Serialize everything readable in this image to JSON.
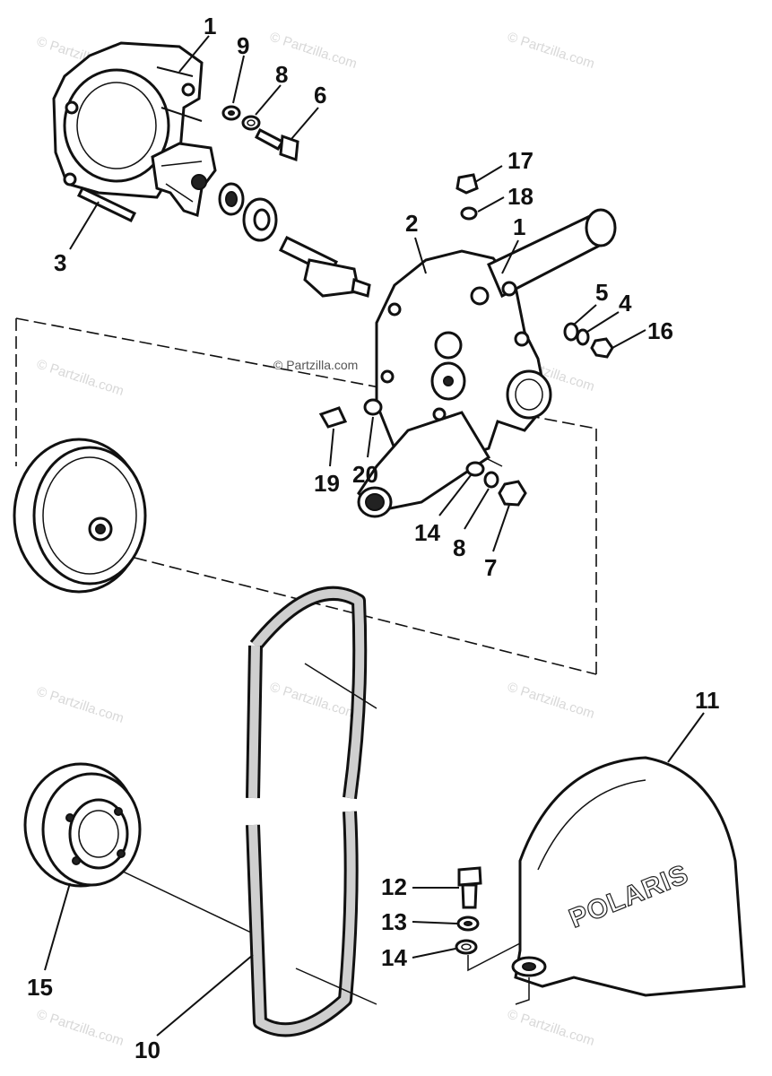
{
  "watermark": "© Partzilla.com",
  "inline_watermark": "© Partzilla.com",
  "cover_logo": "POLARIS",
  "callouts": {
    "c1_top": "1",
    "c9": "9",
    "c8_top": "8",
    "c6": "6",
    "c17": "17",
    "c18": "18",
    "c2": "2",
    "c1_right": "1",
    "c3": "3",
    "c5": "5",
    "c4": "4",
    "c16": "16",
    "c19": "19",
    "c20": "20",
    "c14_mid": "14",
    "c8_mid": "8",
    "c7": "7",
    "c11": "11",
    "c12": "12",
    "c13": "13",
    "c14_bottom": "14",
    "c15": "15",
    "c10": "10"
  }
}
